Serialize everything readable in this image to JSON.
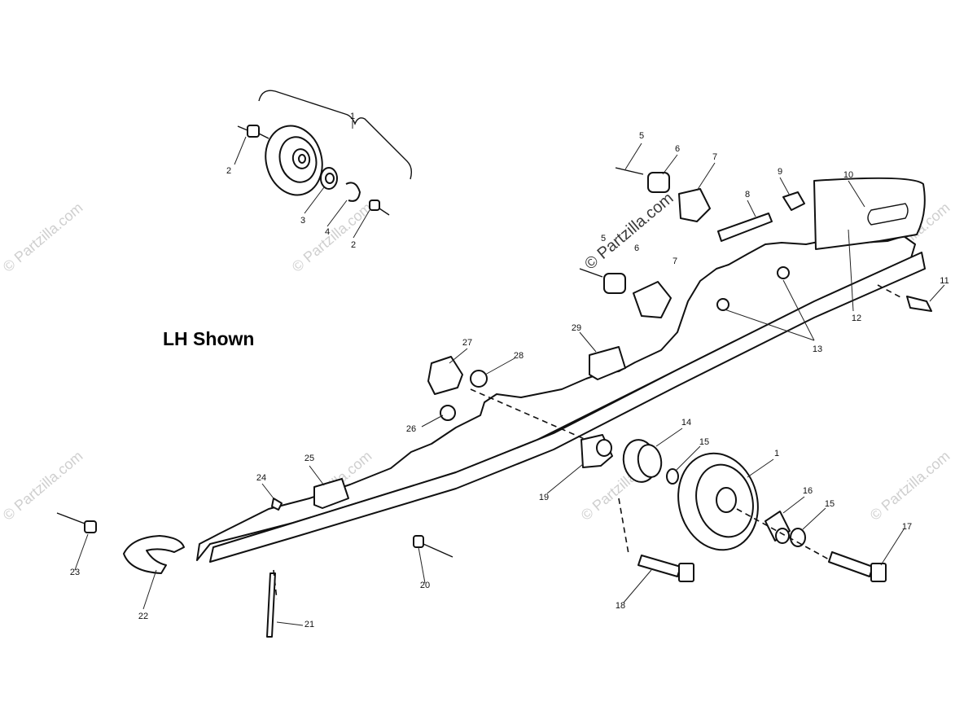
{
  "title": "LH Shown",
  "watermark": "© Partzilla.com",
  "callouts": [
    "1",
    "2",
    "3",
    "4",
    "2",
    "5",
    "6",
    "7",
    "8",
    "9",
    "10",
    "5",
    "6",
    "7",
    "11",
    "12",
    "13",
    "27",
    "28",
    "29",
    "26",
    "14",
    "15",
    "1",
    "16",
    "15",
    "17",
    "18",
    "19",
    "25",
    "24",
    "23",
    "22",
    "20",
    "21"
  ]
}
